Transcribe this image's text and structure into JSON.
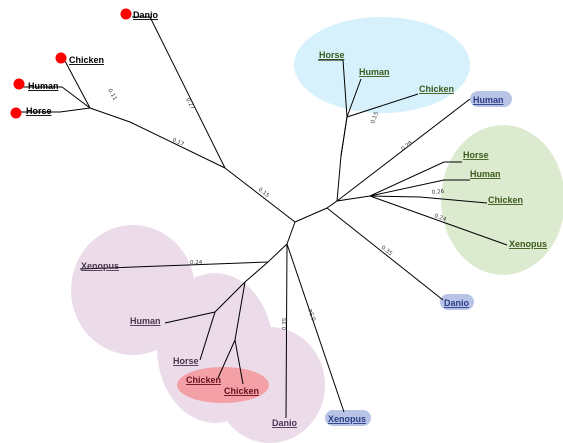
{
  "colors": {
    "blue_clade": "#d6f1fb",
    "green_clade": "#dcebd0",
    "pink_clade": "#ecdcea",
    "red_highlight": "#f3a0a6",
    "marker": "#ff0000",
    "highlight_glow": "#b8c4e6",
    "default_text": "#000000",
    "blue_text": "#2b3b88",
    "green_text": "#3b5a1a",
    "pink_text": "#4b3450",
    "red_text": "#6b0f1a"
  },
  "branch_lengths": {
    "danio_top": "0.27",
    "chicken_human_horse": "0.11",
    "bird_mammal_group": "0.17",
    "main_top": "0.15",
    "blue_clade": "0.15",
    "blue_to_stem": "0.28",
    "green_chicken": "0.26",
    "green_xenopus": "0.24",
    "right_danio": "0.35",
    "pink_xenopus": "0.24",
    "pink_danio": "0.35",
    "bottom_xenopus": "0.34"
  },
  "leaves": {
    "top_danio": "Danio",
    "top_chicken": "Chicken",
    "top_human": "Human",
    "top_horse": "Horse",
    "blue_horse": "Horse",
    "blue_human": "Human",
    "blue_chicken": "Chicken",
    "right_human": "Human",
    "green_horse": "Horse",
    "green_human": "Human",
    "green_chicken": "Chicken",
    "green_xenopus": "Xenopus",
    "right_danio": "Danio",
    "pink_xenopus": "Xenopus",
    "pink_human": "Human",
    "pink_horse": "Horse",
    "pink_chicken_1": "Chicken",
    "pink_chicken_2": "Chicken",
    "pink_danio": "Danio",
    "bottom_xenopus": "Xenopus"
  }
}
